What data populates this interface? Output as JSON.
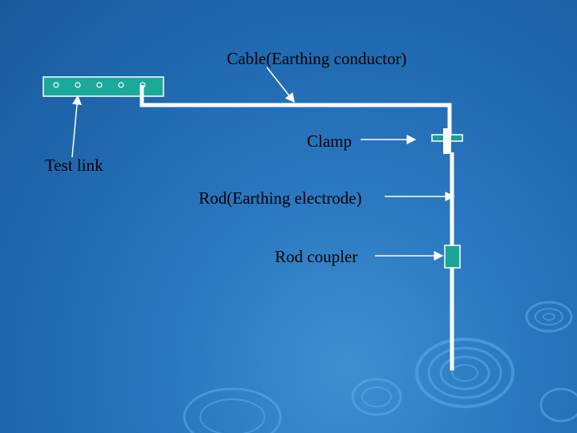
{
  "labels": {
    "cable": "Cable(Earthing conductor)",
    "clamp": "Clamp",
    "test_link": "Test link",
    "rod": "Rod(Earthing electrode)",
    "rod_coupler": "Rod coupler"
  },
  "colors": {
    "background": "#2a78c0",
    "conductor": "#ffffff",
    "test_link_bar": "#1ba99a",
    "rod_coupler": "#1aa597",
    "clamp": "#16a092",
    "text": "#000000"
  },
  "test_link_holes": 5
}
